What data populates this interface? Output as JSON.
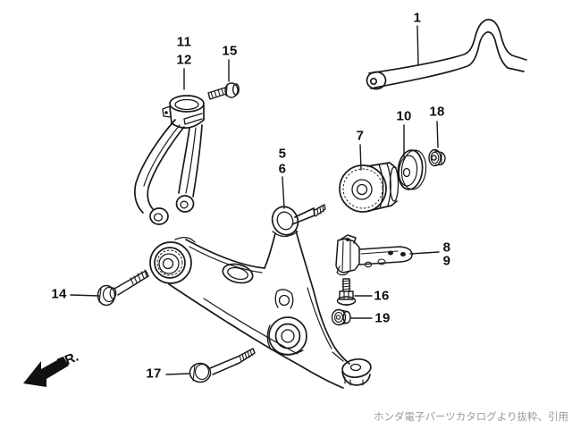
{
  "diagram": {
    "caption": "ホンダ電子パーツカタログより抜粋、引用",
    "direction_label": "FR.",
    "callouts": [
      "1",
      "11",
      "12",
      "15",
      "5",
      "6",
      "7",
      "10",
      "18",
      "8",
      "9",
      "14",
      "16",
      "19",
      "17"
    ],
    "colors": {
      "line": "#1a1a1a",
      "caption_text": "#9a9a9a",
      "background": "#ffffff"
    }
  }
}
